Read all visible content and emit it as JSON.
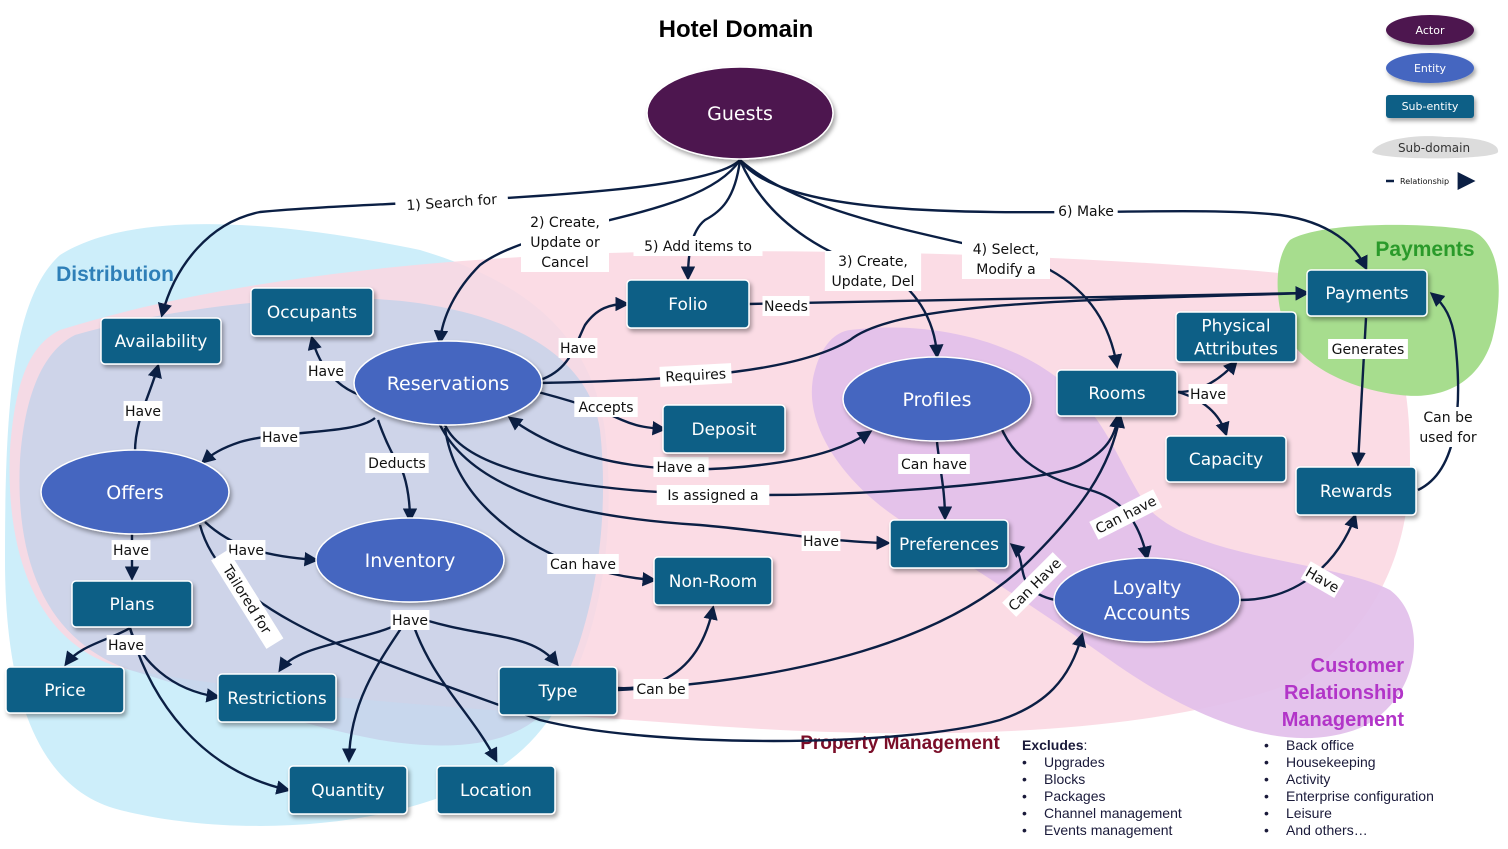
{
  "title": "Hotel Domain",
  "legend": [
    {
      "id": "actor",
      "label": "Actor"
    },
    {
      "id": "entity",
      "label": "Entity"
    },
    {
      "id": "subentity",
      "label": "Sub-entity"
    },
    {
      "id": "subdomain",
      "label": "Sub-domain"
    },
    {
      "id": "relationship",
      "label": "Relationship"
    }
  ],
  "subdomains": {
    "distribution": "Distribution",
    "payments": "Payments",
    "property": "Property Management",
    "crm": [
      "Customer",
      "Relationship",
      "Management"
    ]
  },
  "colors": {
    "actor": "#4d124f",
    "entity": "#4466c0",
    "subentity": "#0b5f86",
    "edge": "#0b1f44",
    "distribution": "#cdeefa",
    "property": "#fbd7e1",
    "crm": "#e2bfea",
    "payments": "#a7dd8e",
    "propertyText": "#7a0d28",
    "crmText": "#b235c8",
    "paymentsText": "#2a9a2a",
    "distributionText": "#2e7fb8"
  },
  "nodes": {
    "guests": [
      "Guests"
    ],
    "reservations": [
      "Reservations"
    ],
    "offers": [
      "Offers"
    ],
    "inventory": [
      "Inventory"
    ],
    "profiles": [
      "Profiles"
    ],
    "loyalty": [
      "Loyalty",
      "Accounts"
    ],
    "availability": [
      "Availability"
    ],
    "occupants": [
      "Occupants"
    ],
    "folio": [
      "Folio"
    ],
    "deposit": [
      "Deposit"
    ],
    "nonroom": [
      "Non-Room"
    ],
    "plans": [
      "Plans"
    ],
    "price": [
      "Price"
    ],
    "restrictions": [
      "Restrictions"
    ],
    "quantity": [
      "Quantity"
    ],
    "location": [
      "Location"
    ],
    "type": [
      "Type"
    ],
    "preferences": [
      "Preferences"
    ],
    "rooms": [
      "Rooms"
    ],
    "physical": [
      "Physical",
      "Attributes"
    ],
    "capacity": [
      "Capacity"
    ],
    "payments": [
      "Payments"
    ],
    "rewards": [
      "Rewards"
    ]
  },
  "edges": {
    "e1": [
      "1) Search for"
    ],
    "e2": [
      "2) Create,",
      "Update or",
      "Cancel"
    ],
    "e3": [
      "5) Add items to"
    ],
    "e4": [
      "3) Create,",
      "Update, Del"
    ],
    "e5": [
      "4) Select,",
      "Modify a"
    ],
    "e6": [
      "6) Make"
    ],
    "e7": [
      "Needs"
    ],
    "e8": [
      "Have"
    ],
    "e9": [
      "Requires"
    ],
    "e10": [
      "Accepts"
    ],
    "e11": [
      "Have"
    ],
    "e12": [
      "Have"
    ],
    "e13": [
      "Have"
    ],
    "e14": [
      "Deducts"
    ],
    "e15": [
      "Have a"
    ],
    "e16": [
      "Is assigned a"
    ],
    "e17": [
      "Can have"
    ],
    "e18": [
      "Have"
    ],
    "e19": [
      "Can have"
    ],
    "e20": [
      "Have"
    ],
    "e21": [
      "Have"
    ],
    "e22": [
      "Have"
    ],
    "e23": [
      "Tailored for"
    ],
    "e24": [
      "Have"
    ],
    "e25": [
      "Can be"
    ],
    "e26": [
      "Can have"
    ],
    "e27": [
      "Can Have"
    ],
    "e28": [
      "Have"
    ],
    "e29": [
      "Have"
    ],
    "e30": [
      "Generates"
    ],
    "e31": [
      "Can be",
      "used for"
    ]
  },
  "excludes": {
    "head": "Excludes",
    "colon": ":",
    "col1": [
      "Upgrades",
      "Blocks",
      "Packages",
      "Channel management",
      "Events management"
    ],
    "col2": [
      "Back office",
      "Housekeeping",
      "Activity",
      "Enterprise configuration",
      "Leisure",
      "And others…"
    ]
  }
}
